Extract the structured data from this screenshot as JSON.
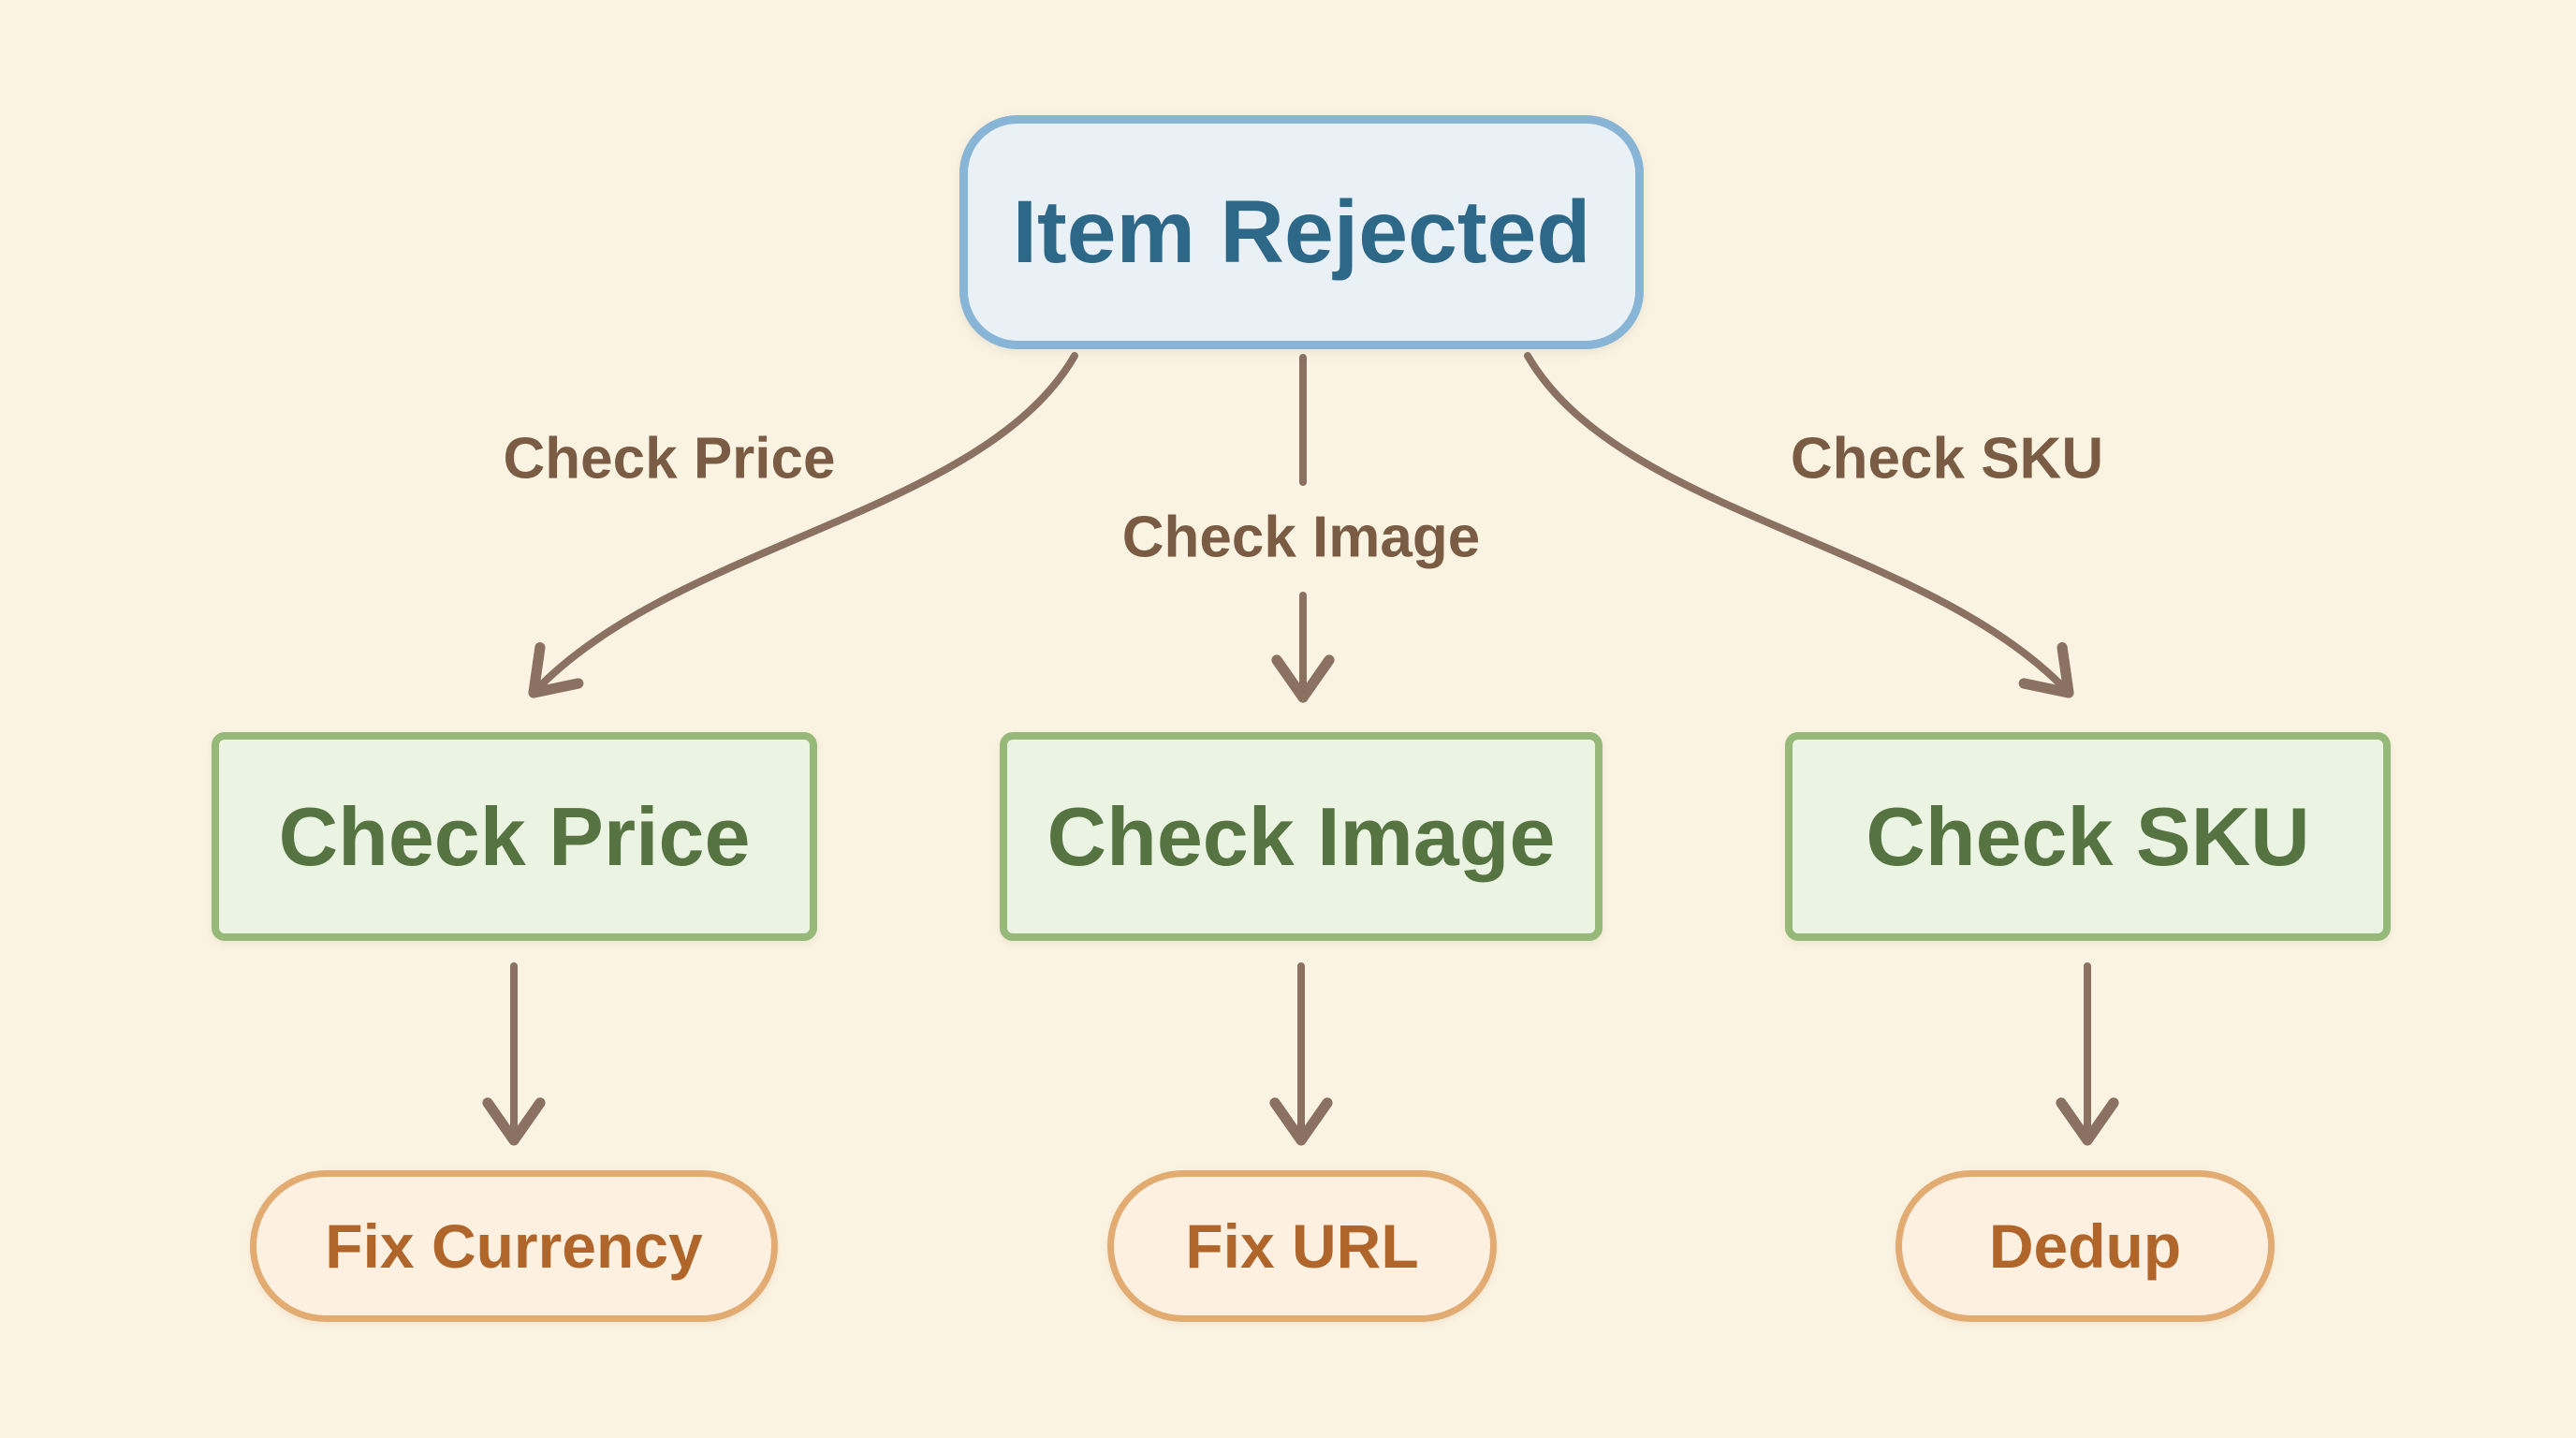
{
  "diagram": {
    "type": "flowchart",
    "background": "#fbf3e1",
    "nodes": {
      "item_rejected": {
        "label": "Item Rejected",
        "shape": "rounded-rectangle",
        "fill": "#e9f1f7",
        "border": "#88b4d5",
        "text_color": "#2e6889"
      },
      "check_price": {
        "label": "Check Price",
        "shape": "rectangle",
        "fill": "#ebf3e3",
        "border": "#96b878",
        "text_color": "#567441"
      },
      "check_image": {
        "label": "Check Image",
        "shape": "rectangle",
        "fill": "#ebf3e3",
        "border": "#96b878",
        "text_color": "#567441"
      },
      "check_sku": {
        "label": "Check SKU",
        "shape": "rectangle",
        "fill": "#ebf3e3",
        "border": "#96b878",
        "text_color": "#567441"
      },
      "fix_currency": {
        "label": "Fix Currency",
        "shape": "pill",
        "fill": "#fdf0e0",
        "border": "#e2ab72",
        "text_color": "#b0662a"
      },
      "fix_url": {
        "label": "Fix URL",
        "shape": "pill",
        "fill": "#fdf0e0",
        "border": "#e2ab72",
        "text_color": "#b0662a"
      },
      "dedup": {
        "label": "Dedup",
        "shape": "pill",
        "fill": "#fdf0e0",
        "border": "#e2ab72",
        "text_color": "#b0662a"
      }
    },
    "edges": [
      {
        "from": "Item Rejected",
        "to": "Check Price",
        "label": "Check Price"
      },
      {
        "from": "Item Rejected",
        "to": "Check Image",
        "label": "Check Image"
      },
      {
        "from": "Item Rejected",
        "to": "Check SKU",
        "label": "Check SKU"
      },
      {
        "from": "Check Price",
        "to": "Fix Currency",
        "label": ""
      },
      {
        "from": "Check Image",
        "to": "Fix URL",
        "label": ""
      },
      {
        "from": "Check SKU",
        "to": "Dedup",
        "label": ""
      }
    ],
    "style": {
      "arrow_color": "#8a7162",
      "edge_label_color": "#7a5c45"
    }
  }
}
